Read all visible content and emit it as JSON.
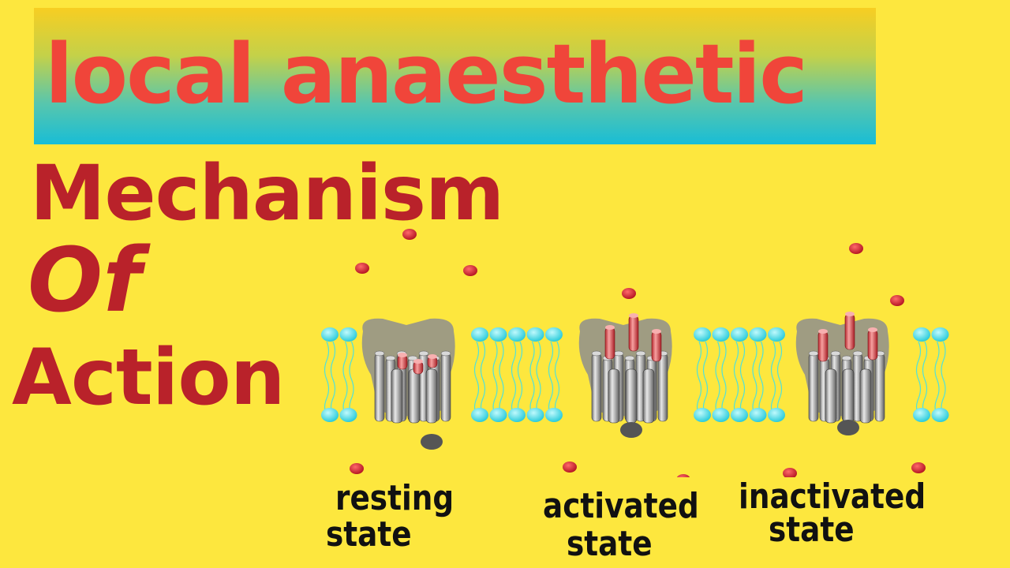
{
  "title": "local anaesthetic",
  "subtitle": {
    "line1": "Mechanism",
    "line2": "Of",
    "line3": "Action"
  },
  "states": [
    {
      "line1": "resting",
      "line2": "state"
    },
    {
      "line1": "activated",
      "line2": "state"
    },
    {
      "line1": "inactivated",
      "line2": "state"
    }
  ],
  "colors": {
    "background": "#FDE73E",
    "title_text": "#F0453A",
    "subtitle_text": "#B9222A",
    "lipid_head": "#3EE0EA",
    "channel": "#9A9A9A",
    "ion": "#C8142A"
  }
}
